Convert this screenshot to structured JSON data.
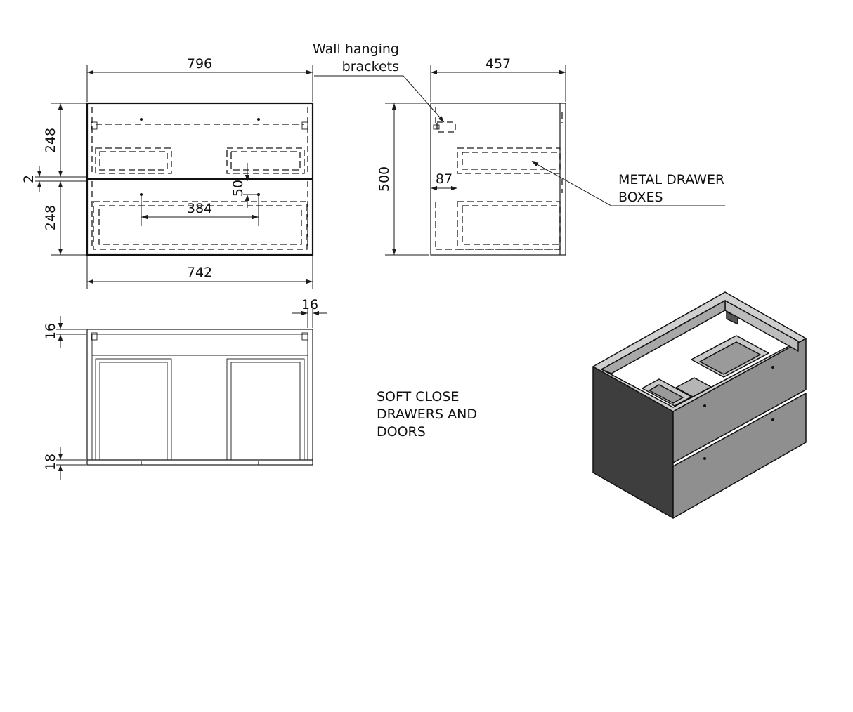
{
  "front_view": {
    "overall_width": "796",
    "inner_width": "742",
    "drawer_height_top": "248",
    "drawer_height_bottom": "248",
    "drawer_gap": "2",
    "handle_spacing": "384",
    "handle_offset": "50"
  },
  "side_view": {
    "depth": "457",
    "height": "500",
    "drawer_setback": "87"
  },
  "top_view": {
    "panel_thickness_side": "16",
    "panel_thickness_top": "16",
    "panel_thickness_bottom": "18"
  },
  "callouts": {
    "wall_brackets_line1": "Wall hanging",
    "wall_brackets_line2": "brackets",
    "metal_drawer_line1": "METAL DRAWER",
    "metal_drawer_line2": "BOXES",
    "soft_close_line1": "SOFT CLOSE",
    "soft_close_line2": "DRAWERS AND",
    "soft_close_line3": "DOORS"
  },
  "colors": {
    "line": "#1a1a1a",
    "iso_front": "#8f8f8f",
    "iso_side": "#3e3e3e",
    "iso_top": "#d0d0d0"
  }
}
